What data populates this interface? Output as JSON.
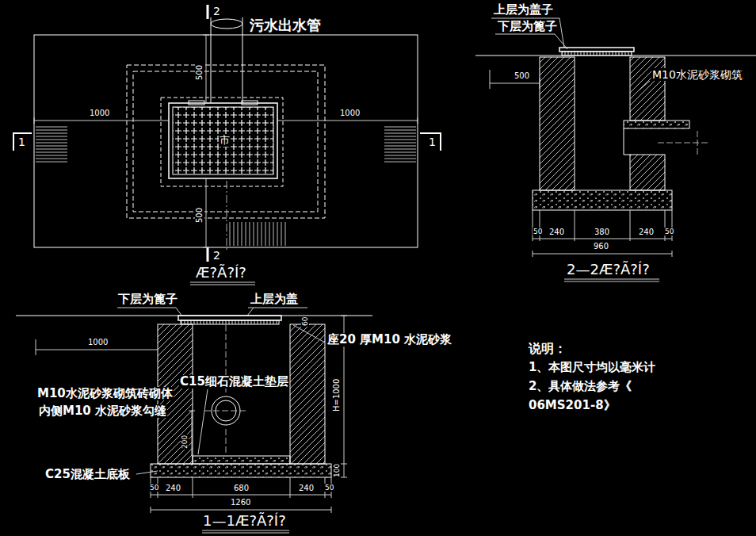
{
  "diagram": {
    "labels": [
      "污水出水管",
      "2",
      "2",
      "1",
      "1",
      "500",
      "500",
      "1000",
      "1000",
      "市",
      "Æ?Ã?Í?",
      "上层为盖子",
      "下层为篦子",
      "M10水泥砂浆砌筑",
      "500",
      "50",
      "240",
      "380",
      "240",
      "50",
      "960",
      "2—2Æ?Ã?Í?",
      "下层为篦子",
      "上层为盖",
      "60",
      "1000",
      "座20 厚M10 水泥砂浆",
      "C15细石混凝土垫层",
      "M10水泥砂浆砌筑砖砌体",
      "内侧M10 水泥砂浆勾缝",
      "H=1000",
      "200",
      "100",
      "C25混凝土底板",
      "50",
      "240",
      "680",
      "240",
      "50",
      "1260",
      "1—1Æ?Ã?Í?",
      "说明：",
      "1、本图尺寸均以毫米计",
      "2、具体做法参考《",
      "06MS201-8》"
    ]
  }
}
